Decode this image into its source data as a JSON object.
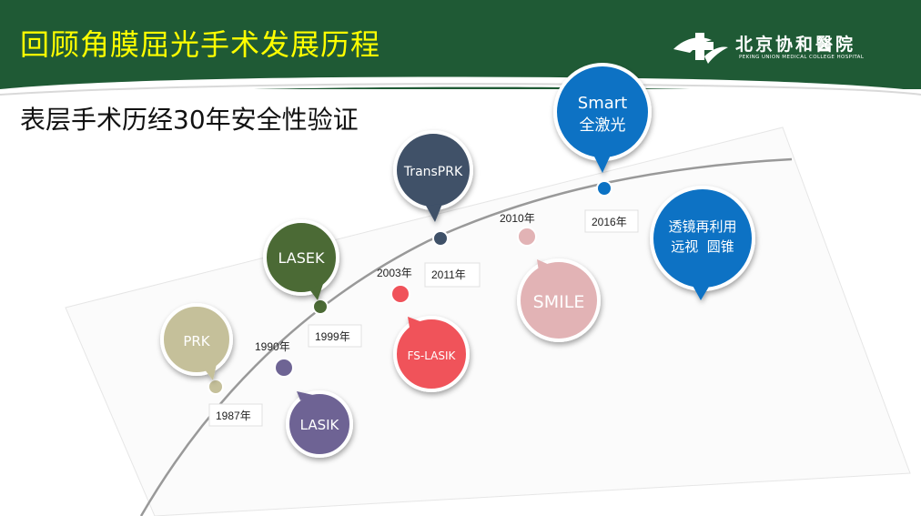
{
  "header": {
    "title": "回顾角膜屈光手术发展历程",
    "logo_cn": "北京协和醫院",
    "logo_en": "PEKING UNION MEDICAL COLLEGE HOSPITAL",
    "bg_color": "#1f5a35",
    "title_color": "#ffff00"
  },
  "subtitle": "表层手术历经30年安全性验证",
  "timeline": {
    "years": {
      "y1987": "1987年",
      "y1990": "1990年",
      "y1999": "1999年",
      "y2003": "2003年",
      "y2011": "2011年",
      "y2010": "2010年",
      "y2016": "2016年"
    },
    "bubbles": {
      "prk": {
        "label": "PRK",
        "color": "#c5c09a",
        "text_color": "#222222"
      },
      "lasik": {
        "label": "LASIK",
        "color": "#6e6494"
      },
      "lasek": {
        "label": "LASEK",
        "color": "#4b6a35"
      },
      "fslasik": {
        "label": "FS-LASIK",
        "color": "#f0525a"
      },
      "transprk": {
        "label": "TransPRK",
        "color": "#3f5168"
      },
      "smile": {
        "label": "SMILE",
        "color": "#e2b3b5",
        "text_color": "#222222"
      },
      "smart": {
        "label1": "Smart",
        "label2": "全激光",
        "color": "#0b72c4"
      },
      "reuse": {
        "label1": "透镜再利用",
        "label2": "远视  圆锥",
        "color": "#0b72c4"
      }
    }
  }
}
